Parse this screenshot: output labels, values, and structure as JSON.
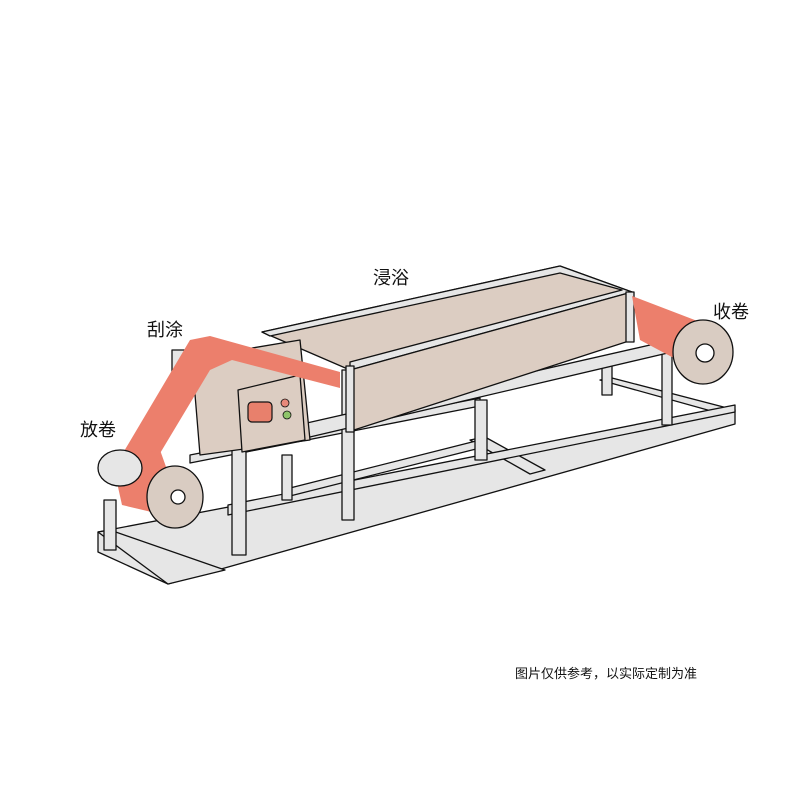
{
  "diagram": {
    "subject": "coating machine illustration",
    "labels": {
      "unwind": "放卷",
      "scrape_coat": "刮涂",
      "immersion_bath": "浸浴",
      "rewind": "收卷"
    },
    "caption": "图片仅供参考，以实际定制为准",
    "colors": {
      "film": "#ec7f6c",
      "tank": "#dccdc2",
      "frame": "#e6e6e6",
      "roll": "#d9ccc2",
      "indicator_red": "#e8887a",
      "indicator_green": "#8fc46a",
      "outline": "#111111"
    }
  }
}
